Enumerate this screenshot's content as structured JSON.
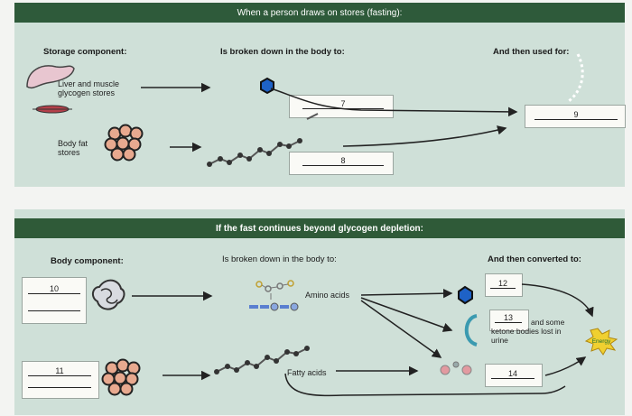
{
  "section1": {
    "banner": "When a person draws on stores (fasting):",
    "col_storage": "Storage component:",
    "col_broken": "Is broken down in the body to:",
    "col_used": "And then used for:",
    "liver_label": "Liver and muscle glycogen stores",
    "fat_label": "Body fat stores",
    "blank7": "7",
    "blank8": "8",
    "blank9": "9"
  },
  "section2": {
    "banner": "If the fast continues beyond glycogen depletion:",
    "col_body": "Body component:",
    "col_broken": "Is broken down in the body to:",
    "col_converted": "And then converted to:",
    "blank10": "10",
    "blank11": "11",
    "blank12": "12",
    "blank13": "13",
    "blank14": "14",
    "amino_label": "Amino acids",
    "fatty_label": "Fatty acids",
    "ketone_label": "and some ketone bodies lost in urine",
    "energy_label": "Energy"
  }
}
